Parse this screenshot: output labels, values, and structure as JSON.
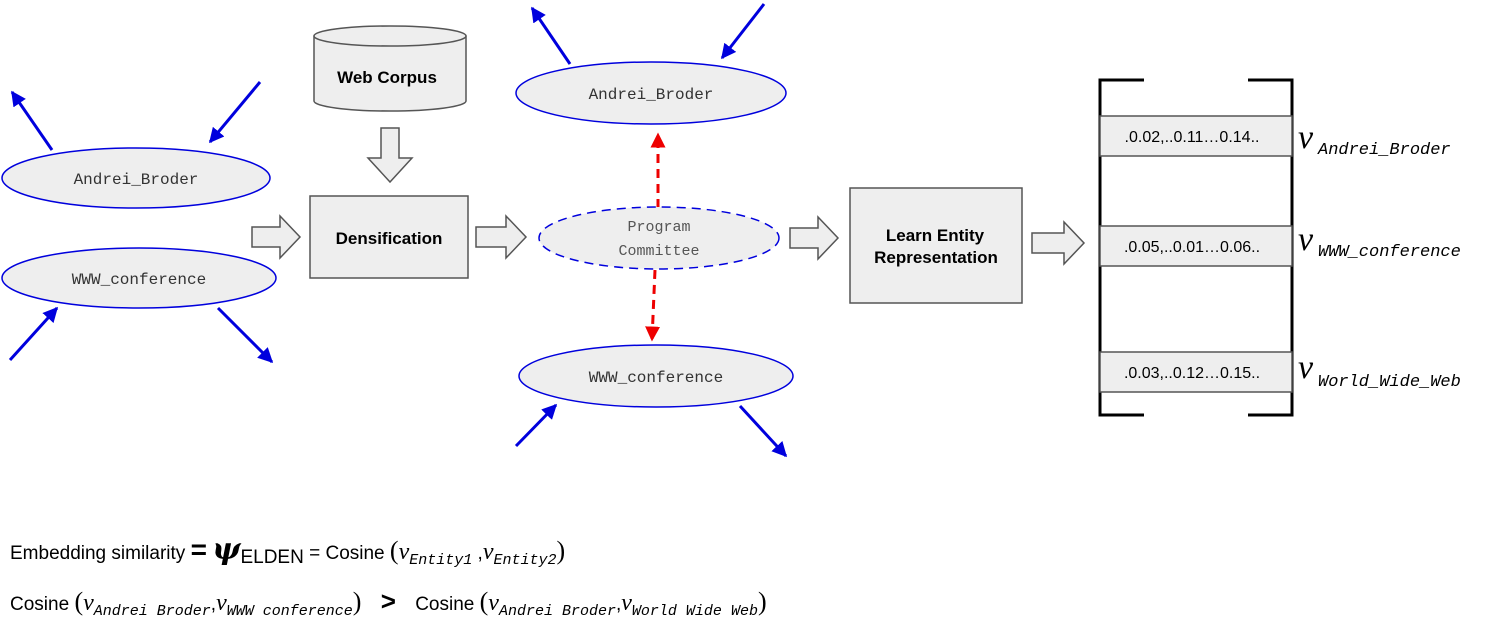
{
  "left_graph": {
    "andrei": "Andrei_Broder",
    "www": "WWW_conference"
  },
  "web_corpus": "Web Corpus",
  "densification": "Densification",
  "middle_graph": {
    "andrei": "Andrei_Broder",
    "program_line1": "Program",
    "program_line2": "Committee",
    "www": "WWW_conference"
  },
  "learn": {
    "line1": "Learn Entity",
    "line2": "Representation"
  },
  "matrix": {
    "rows": [
      {
        "values": ".0.02,..0.11…0.14..",
        "v": "v",
        "sub": "Andrei_Broder"
      },
      {
        "values": ".0.05,..0.01…0.06..",
        "v": "v",
        "sub": "WWW_conference"
      },
      {
        "values": ".0.03,..0.12…0.15..",
        "v": "v",
        "sub": "World_Wide_Web"
      }
    ]
  },
  "formula1": {
    "label": "Embedding similarity",
    "eq": "=",
    "psi": "ψ",
    "psi_sub": "ELDEN",
    "eq2": "= Cosine",
    "open": "(",
    "v1": "v",
    "v1_sub": "Entity1",
    "comma": ",",
    "v2": "v",
    "v2_sub": "Entity2",
    "close": ")"
  },
  "formula2": {
    "left": {
      "fn": "Cosine",
      "v1": "v",
      "v1_sub": "Andrei Broder",
      "v2": "v",
      "v2_sub": "WWW conference"
    },
    "gt": ">",
    "right": {
      "fn": "Cosine",
      "v1": "v",
      "v1_sub": "Andrei Broder",
      "v2": "v",
      "v2_sub": "World Wide Web"
    },
    "open": "(",
    "comma": ",",
    "close": ")"
  },
  "colors": {
    "blue": "#0000dd",
    "red": "#ee0000",
    "fill": "#eeeeee",
    "stroke": "#555555"
  }
}
